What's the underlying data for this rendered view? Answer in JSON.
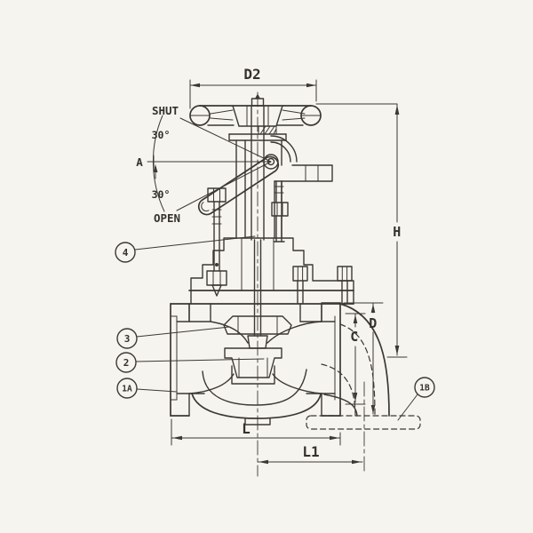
{
  "drawing": {
    "kind": "valve-sectional-engineering-drawing"
  },
  "colors": {
    "background": "#f6f4ef",
    "line": "#3c3832",
    "text": "#35312b"
  },
  "dimensions": {
    "d2": "D2",
    "h": "H",
    "c": "C",
    "d": "D",
    "l": "L",
    "l1": "L1"
  },
  "lever": {
    "shut": "SHUT",
    "angle_upper": "30°",
    "axis": "A",
    "angle_lower": "30°",
    "open": "OPEN"
  },
  "callouts": [
    {
      "id": "4"
    },
    {
      "id": "3"
    },
    {
      "id": "2"
    },
    {
      "id": "1A"
    },
    {
      "id": "1B"
    }
  ]
}
